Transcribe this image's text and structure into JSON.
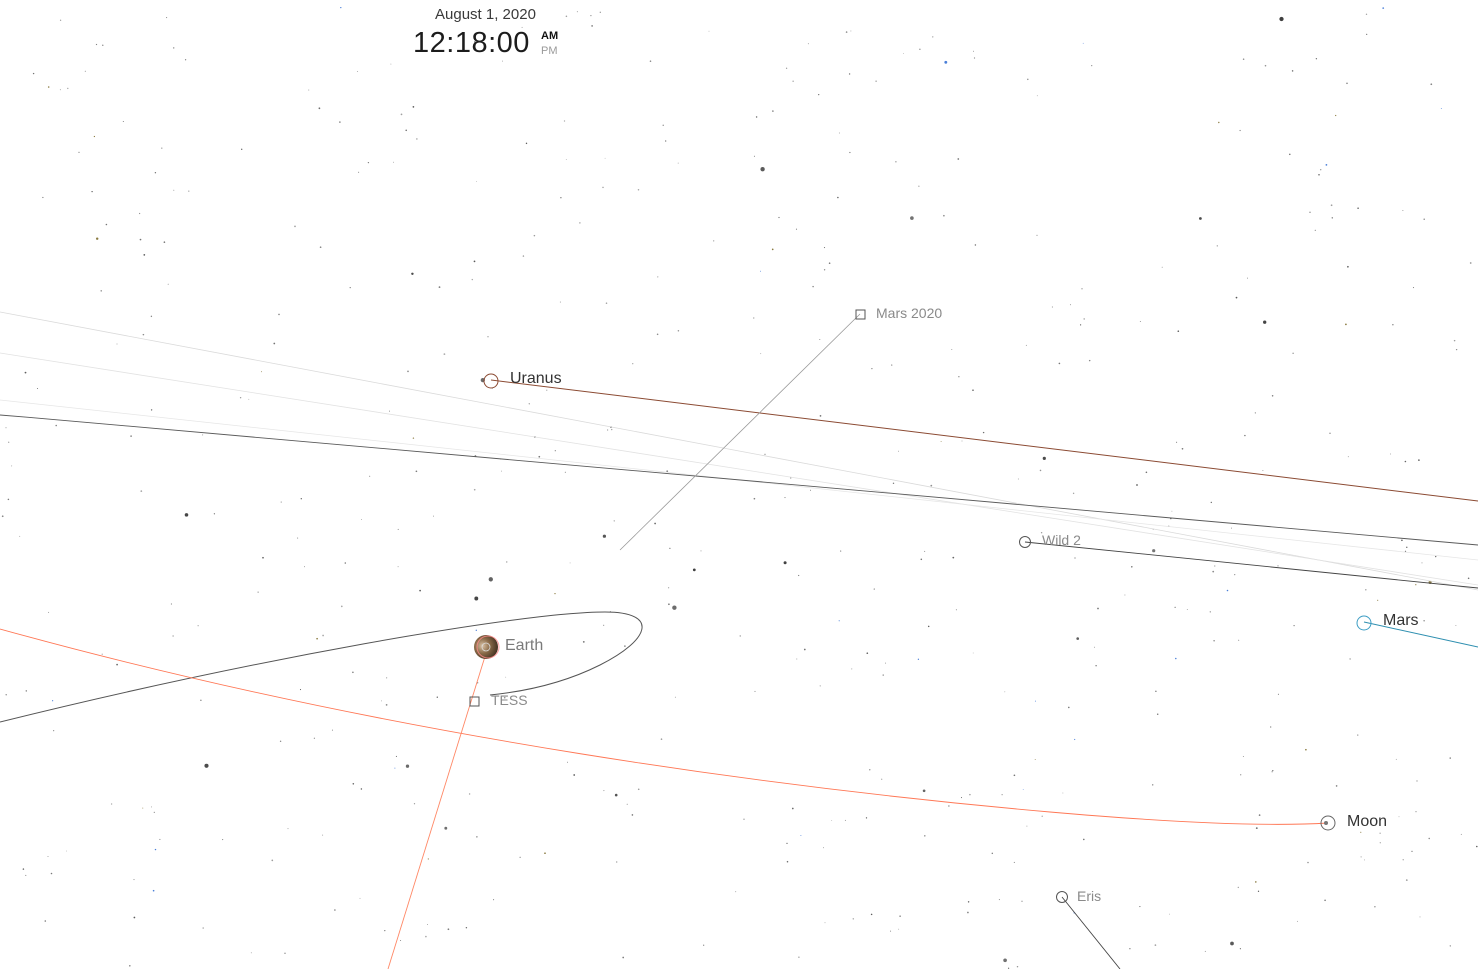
{
  "clock": {
    "date": "August 1, 2020",
    "time": "12:18:00",
    "am": "AM",
    "pm": "PM"
  },
  "objects": {
    "uranus": {
      "label": "Uranus",
      "icon": "circle-marker-icon"
    },
    "mars_2020": {
      "label": "Mars 2020",
      "icon": "square-marker-icon"
    },
    "wild_2": {
      "label": "Wild 2",
      "icon": "circle-marker-icon"
    },
    "mars": {
      "label": "Mars",
      "icon": "circle-marker-icon"
    },
    "earth": {
      "label": "Earth",
      "icon": "planet-sphere-icon"
    },
    "tess": {
      "label": "TESS",
      "icon": "square-marker-icon"
    },
    "moon": {
      "label": "Moon",
      "icon": "circle-marker-icon"
    },
    "eris": {
      "label": "Eris",
      "icon": "circle-marker-icon"
    }
  },
  "colors": {
    "background": "#ffffff",
    "uranus_orbit": "#8b4a32",
    "mars_orbit": "#2e8fb0",
    "moon_orbit": "#ff7755",
    "earth_orbit": "#555555",
    "generic_orbit": "#444444",
    "faint_orbit": "#cfcfcf",
    "marker_stroke": "#666666",
    "mars_marker": "#3c9dc4"
  }
}
